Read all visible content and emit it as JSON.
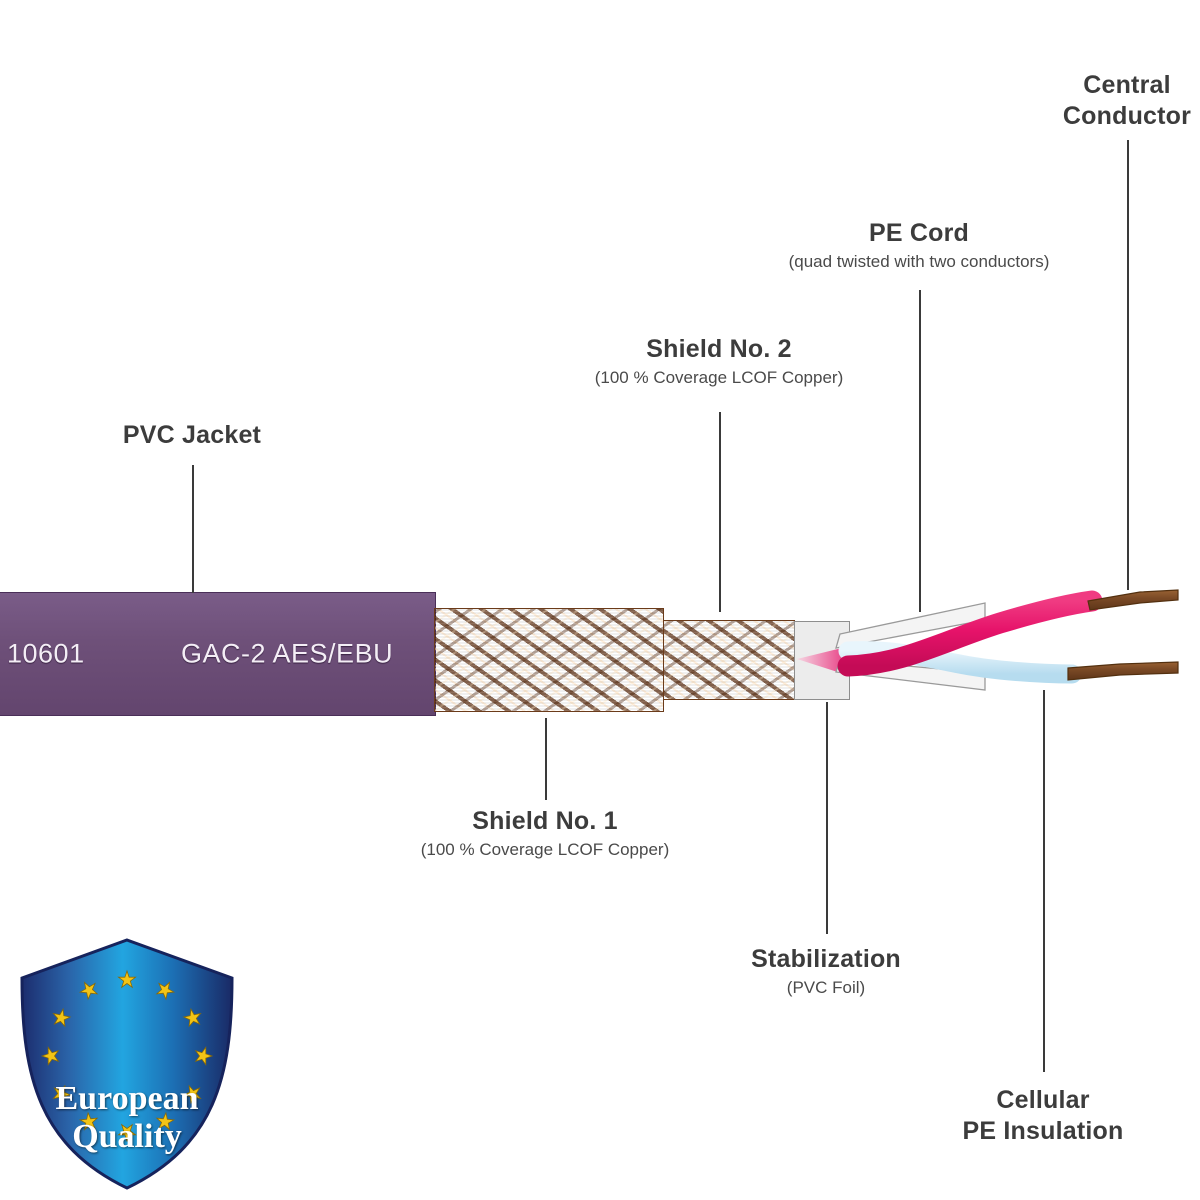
{
  "diagram": {
    "title": "GAC-2 AES/EBU cable cross-section cutaway",
    "background_color": "#ffffff"
  },
  "cable": {
    "jacket": {
      "part_number": "10601",
      "model_marking": "GAC-2 AES/EBU",
      "color": "#6e5079"
    },
    "shield_outer_color": "#b4733c",
    "shield_inner_color": "#a8632e",
    "foil_color": "#ececec",
    "conductor_pink_color": "#e6136a",
    "conductor_blue_color": "#cfe8f5",
    "pe_cord_color": "#f2f2f2",
    "copper_tip_color": "#7b4a26"
  },
  "callouts": [
    {
      "id": "pvc-jacket",
      "title": "PVC Jacket",
      "subtitle": ""
    },
    {
      "id": "shield-no-1",
      "title": "Shield No. 1",
      "subtitle": "(100 % Coverage LCOF Copper)"
    },
    {
      "id": "shield-no-2",
      "title": "Shield No. 2",
      "subtitle": "(100 % Coverage LCOF Copper)"
    },
    {
      "id": "pe-cord",
      "title": "PE Cord",
      "subtitle": "(quad twisted with two conductors)"
    },
    {
      "id": "central-conductor",
      "title": "Central\nConductor",
      "subtitle": ""
    },
    {
      "id": "stabilization",
      "title": "Stabilization",
      "subtitle": "(PVC Foil)"
    },
    {
      "id": "cellular-pe-insulation",
      "title": "Cellular\nPE Insulation",
      "subtitle": ""
    }
  ],
  "badge": {
    "line1": "European",
    "line2": "Quality",
    "star_count": 12,
    "star_color": "#f2c416",
    "shield_color": "#1b9dd9",
    "shield_edge_color": "#1b2a6b"
  }
}
